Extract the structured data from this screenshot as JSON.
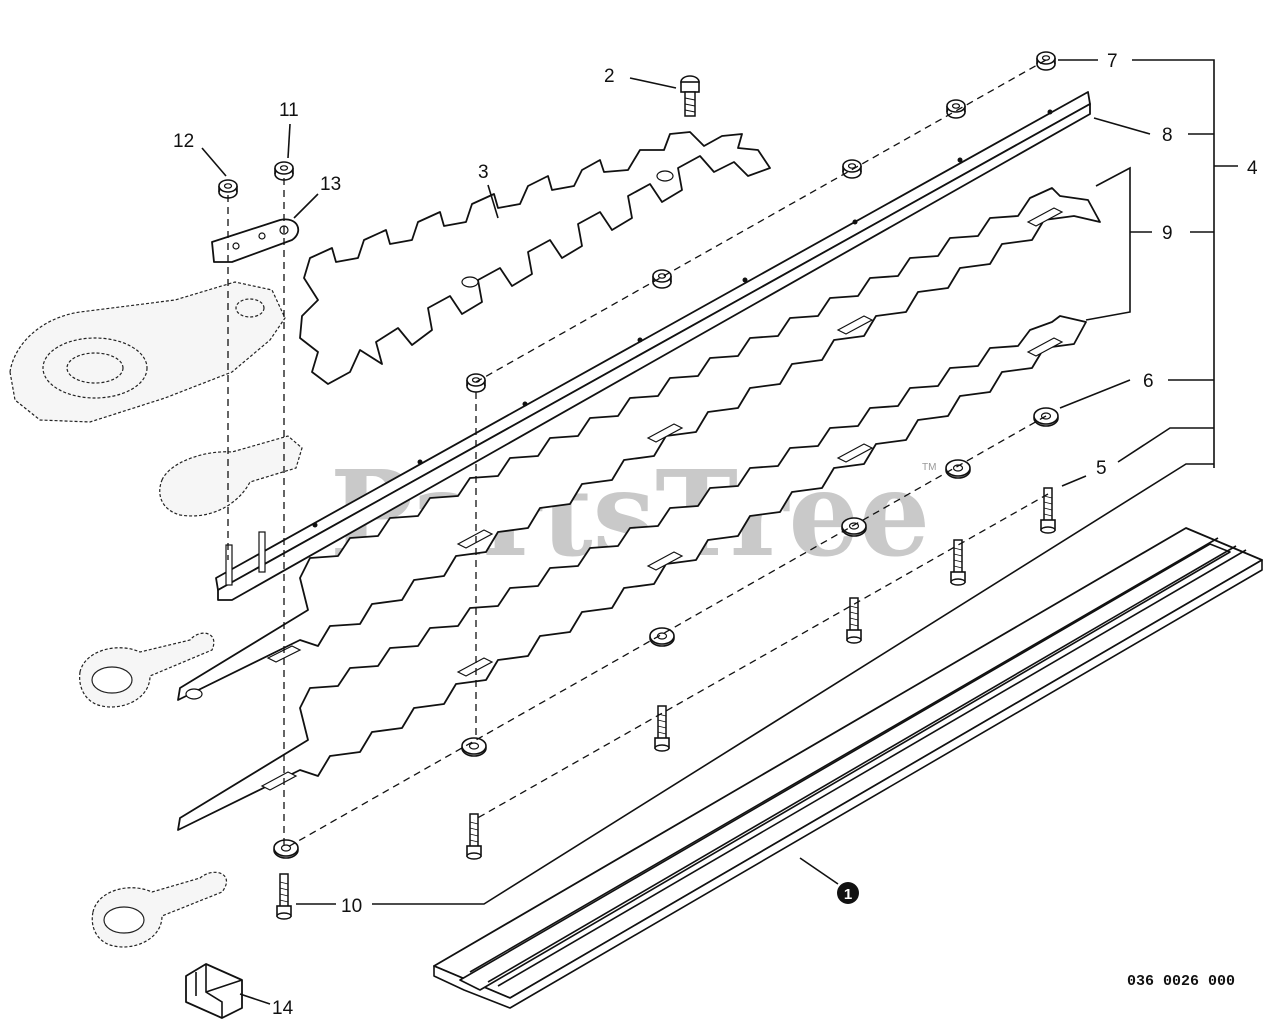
{
  "watermark": "PartsTree",
  "watermark_tm": "TM",
  "drawing_code": "036 0026 000",
  "callouts": {
    "c1": "1",
    "c2": "2",
    "c3": "3",
    "c4": "4",
    "c5": "5",
    "c6": "6",
    "c7": "7",
    "c8": "8",
    "c9": "9",
    "c10": "10",
    "c11": "11",
    "c12": "12",
    "c13": "13",
    "c14": "14"
  }
}
